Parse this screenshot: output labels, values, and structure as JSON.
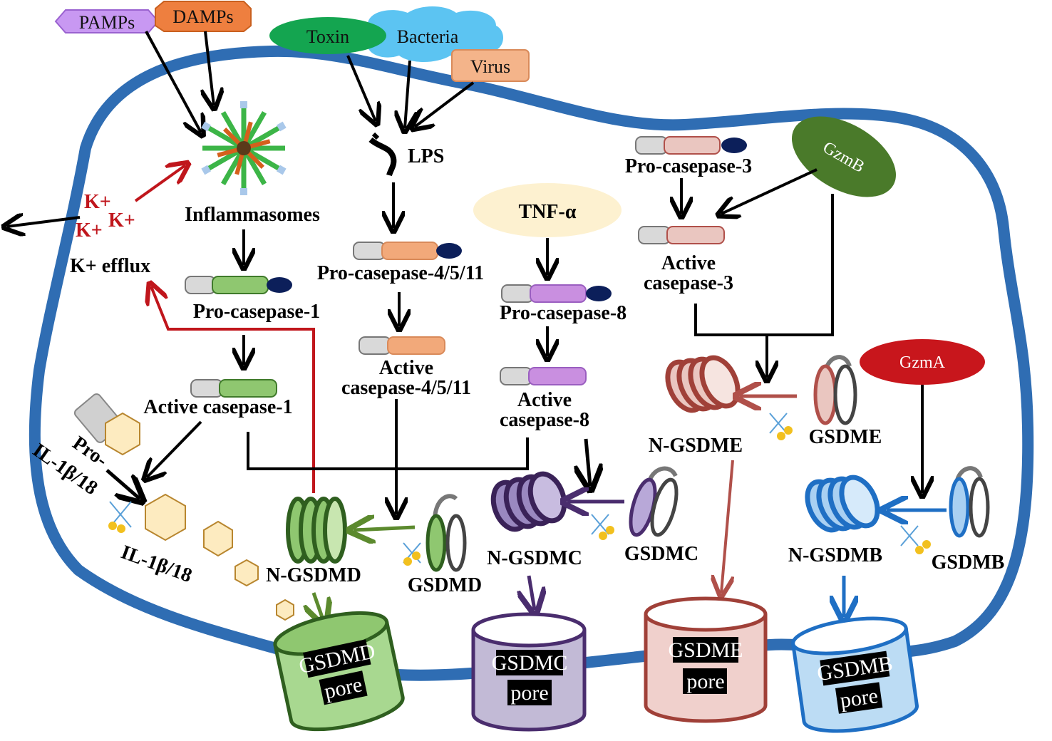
{
  "labels": {
    "pamps": "PAMPs",
    "damps": "DAMPs",
    "toxin": "Toxin",
    "bacteria": "Bacteria",
    "virus": "Virus",
    "lps": "LPS",
    "inflammasomes": "Inflammasomes",
    "k_plus": "K+",
    "k_efflux": "K+ efflux",
    "pro_casp1": "Pro-casepase-1",
    "active_casp1": "Active casepase-1",
    "pro_il_line1": "Pro-",
    "pro_il_line2": "IL-1β/18",
    "il1b18": "IL-1β/18",
    "pro_casp4511": "Pro-casepase-4/5/11",
    "active_casp4511_line1": "Active",
    "active_casp4511_line2": "casepase-4/5/11",
    "tnf": "TNF-α",
    "pro_casp8": "Pro-casepase-8",
    "active_casp8_line1": "Active",
    "active_casp8_line2": "casepase-8",
    "pro_casp3": "Pro-casepase-3",
    "active_casp3_line1": "Active",
    "active_casp3_line2": "casepase-3",
    "gzmb": "GzmB",
    "gzma": "GzmA",
    "n_gsdmd": "N-GSDMD",
    "gsdmd": "GSDMD",
    "n_gsdmc": "N-GSDMC",
    "gsdmc": "GSDMC",
    "n_gsdme": "N-GSDME",
    "gsdme": "GSDME",
    "n_gsdmb": "N-GSDMB",
    "gsdmb": "GSDMB"
  },
  "pores": {
    "gsdmd": {
      "line1": "GSDMD",
      "line2": "pore"
    },
    "gsdmc": {
      "line1": "GSDMC",
      "line2": "pore"
    },
    "gsdme": {
      "line1": "GSDME",
      "line2": "pore"
    },
    "gsdmb": {
      "line1": "GSDMB",
      "line2": "pore"
    }
  },
  "colors": {
    "membrane": "#2f6db3",
    "gsdmd": "#3f7a2a",
    "gsdmc": "#4a2d6e",
    "gsdme": "#b0504a",
    "gsdmb": "#1f6fc4",
    "potassium": "#c0161c",
    "caspase1": "#8fc770",
    "caspase4511": "#f2a97a",
    "caspase8": "#c98fe0",
    "caspase3": "#eac6c0"
  }
}
